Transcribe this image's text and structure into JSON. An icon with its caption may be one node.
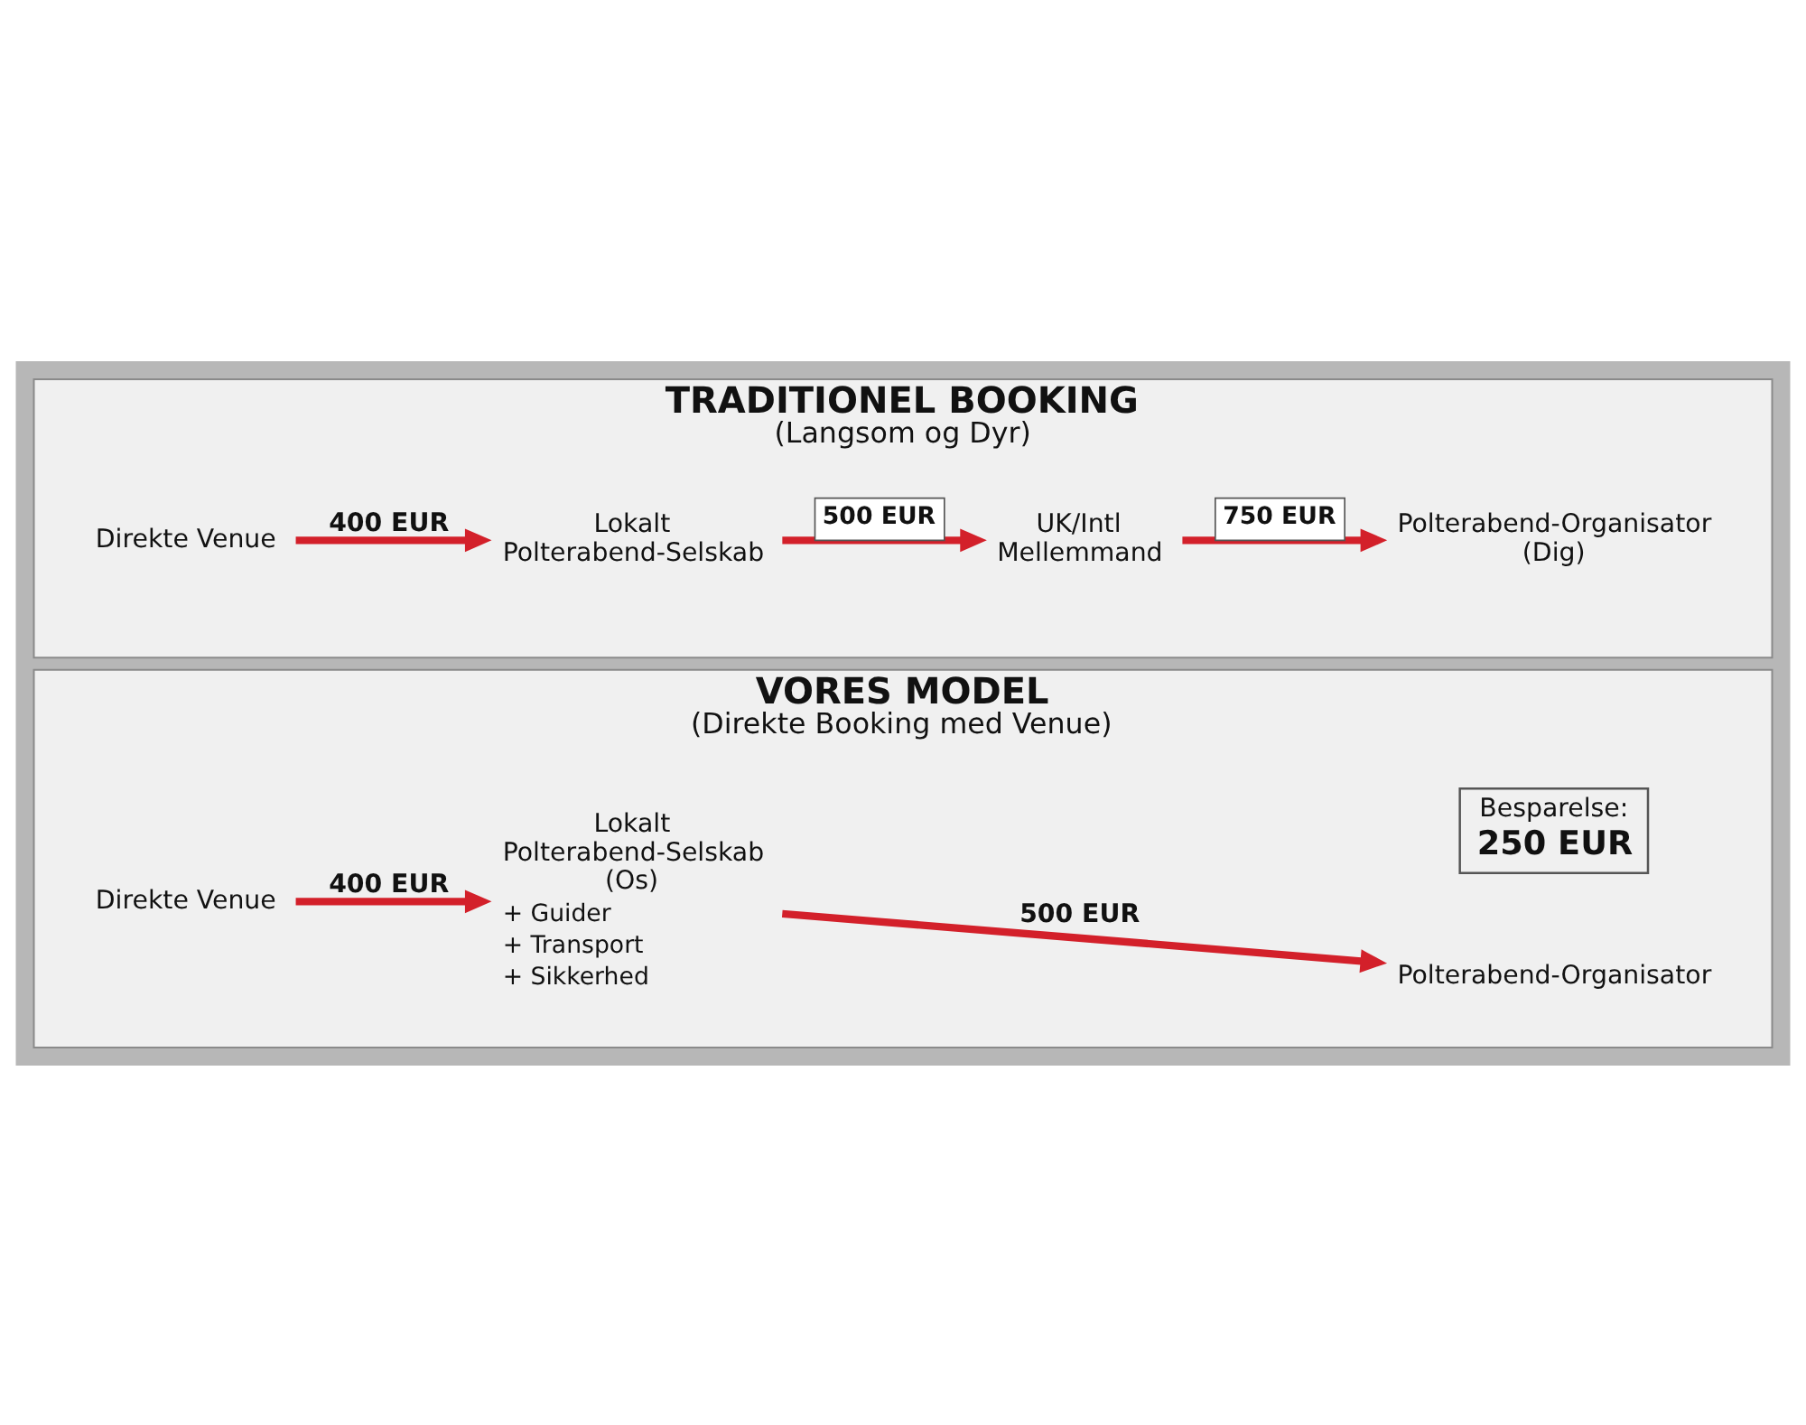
{
  "diagram": {
    "nodes": [
      {
        "text": [
          "TRADITIONEL BOOKING",
          "(Langsom og Dyr)"
        ]
      },
      {
        "text": [
          "Direkte Venue"
        ],
        "in": 0
      },
      {
        "text": [
          "Lokalt Polterabend-Selskab"
        ],
        "in": 0
      },
      {
        "text": [
          "UK/Intl Mellemmand"
        ],
        "in": 0
      },
      {
        "text": [
          "Polterabend-Organisator (Dig)"
        ],
        "in": 0
      },
      {
        "text": [
          "VORES MODEL",
          "(Direkte Booking med Venue)"
        ]
      },
      {
        "text": [
          "Direkte Venue"
        ],
        "in": 5
      },
      {
        "text": [
          "Lokalt Polterabend-Selskab (Os)"
        ],
        "in": 5,
        "beside": [
          "+ Guider",
          "+ Transport",
          "+ Sikkerhed"
        ]
      },
      {
        "text": [
          "Polterabend-Organisator"
        ],
        "in": 5
      },
      {
        "text": [
          "Besparelse:",
          "250 EUR"
        ],
        "in": 5
      }
    ],
    "edges": [
      {
        "from": 1,
        "to": 2,
        "arrow": "to",
        "label": "400 EUR"
      },
      {
        "from": 2,
        "to": 3,
        "arrow": "to",
        "label": "500 EUR"
      },
      {
        "from": 3,
        "to": 4,
        "arrow": "to",
        "label": "750 EUR"
      },
      {
        "from": 6,
        "to": 7,
        "arrow": "to",
        "label": "400 EUR"
      },
      {
        "from": 7,
        "to": 8,
        "arrow": "to",
        "label": "500 EUR"
      }
    ]
  }
}
